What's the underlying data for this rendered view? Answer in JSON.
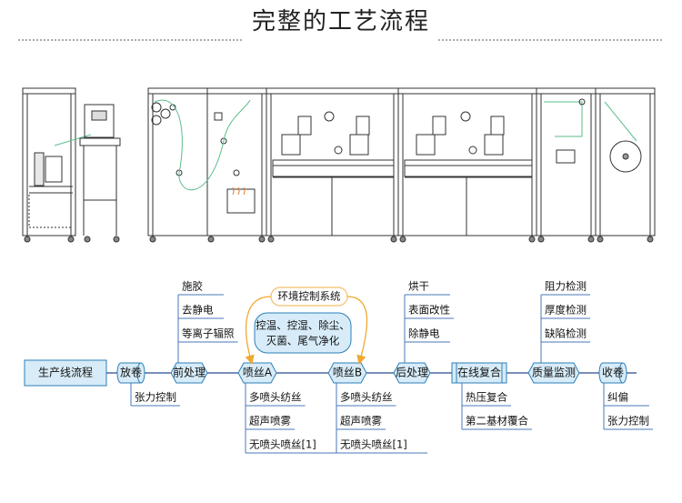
{
  "title": "完整的工艺流程",
  "colors": {
    "node_fill": "#d7ecf8",
    "node_stroke": "#2c7fb8",
    "line": "#2a4a8c",
    "branch": "#4a78b8",
    "env_stroke": "#f5c06a",
    "env_arrow": "#f0a830",
    "machine_line": "#333333",
    "thread": "#5bbf8a"
  },
  "main_flow": {
    "start": "生产线流程",
    "steps": [
      "放卷",
      "前处理",
      "喷丝A",
      "喷丝B",
      "后处理",
      "在线复合",
      "质量监测",
      "收卷"
    ]
  },
  "environment": {
    "title": "环境控制系统",
    "detail_line1": "控温、控湿、除尘、",
    "detail_line2": "灭菌、尾气净化"
  },
  "branches": {
    "unwind_below": [
      "张力控制"
    ],
    "pretreat_above": [
      "施胶",
      "去静电",
      "等离子辐照"
    ],
    "spinA_below": [
      "多喷头纺丝",
      "超声喷雾",
      "无喷头喷丝[1]"
    ],
    "spinB_below": [
      "多喷头纺丝",
      "超声喷雾",
      "无喷头喷丝[1]"
    ],
    "posttreat_above": [
      "烘干",
      "表面改性",
      "除静电"
    ],
    "composite_below": [
      "热压复合",
      "第二基材覆合"
    ],
    "quality_above": [
      "阻力检测",
      "厚度检测",
      "缺陷检测"
    ],
    "rewind_below": [
      "纠偏",
      "张力控制"
    ]
  }
}
